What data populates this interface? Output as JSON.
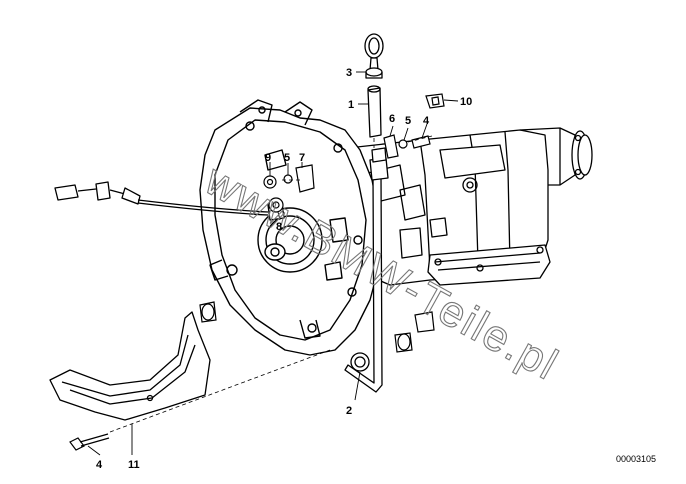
{
  "diagram": {
    "watermark": "www.BMW-Teile.pl",
    "document_id": "00003105",
    "part_numbers": [
      {
        "id": "p1",
        "label": "1"
      },
      {
        "id": "p2",
        "label": "2"
      },
      {
        "id": "p3",
        "label": "3"
      },
      {
        "id": "p4a",
        "label": "4"
      },
      {
        "id": "p4b",
        "label": "4"
      },
      {
        "id": "p5a",
        "label": "5"
      },
      {
        "id": "p5b",
        "label": "5"
      },
      {
        "id": "p6",
        "label": "6"
      },
      {
        "id": "p7",
        "label": "7"
      },
      {
        "id": "p8",
        "label": "8"
      },
      {
        "id": "p9",
        "label": "9"
      },
      {
        "id": "p10",
        "label": "10"
      },
      {
        "id": "p11",
        "label": "11"
      }
    ]
  }
}
